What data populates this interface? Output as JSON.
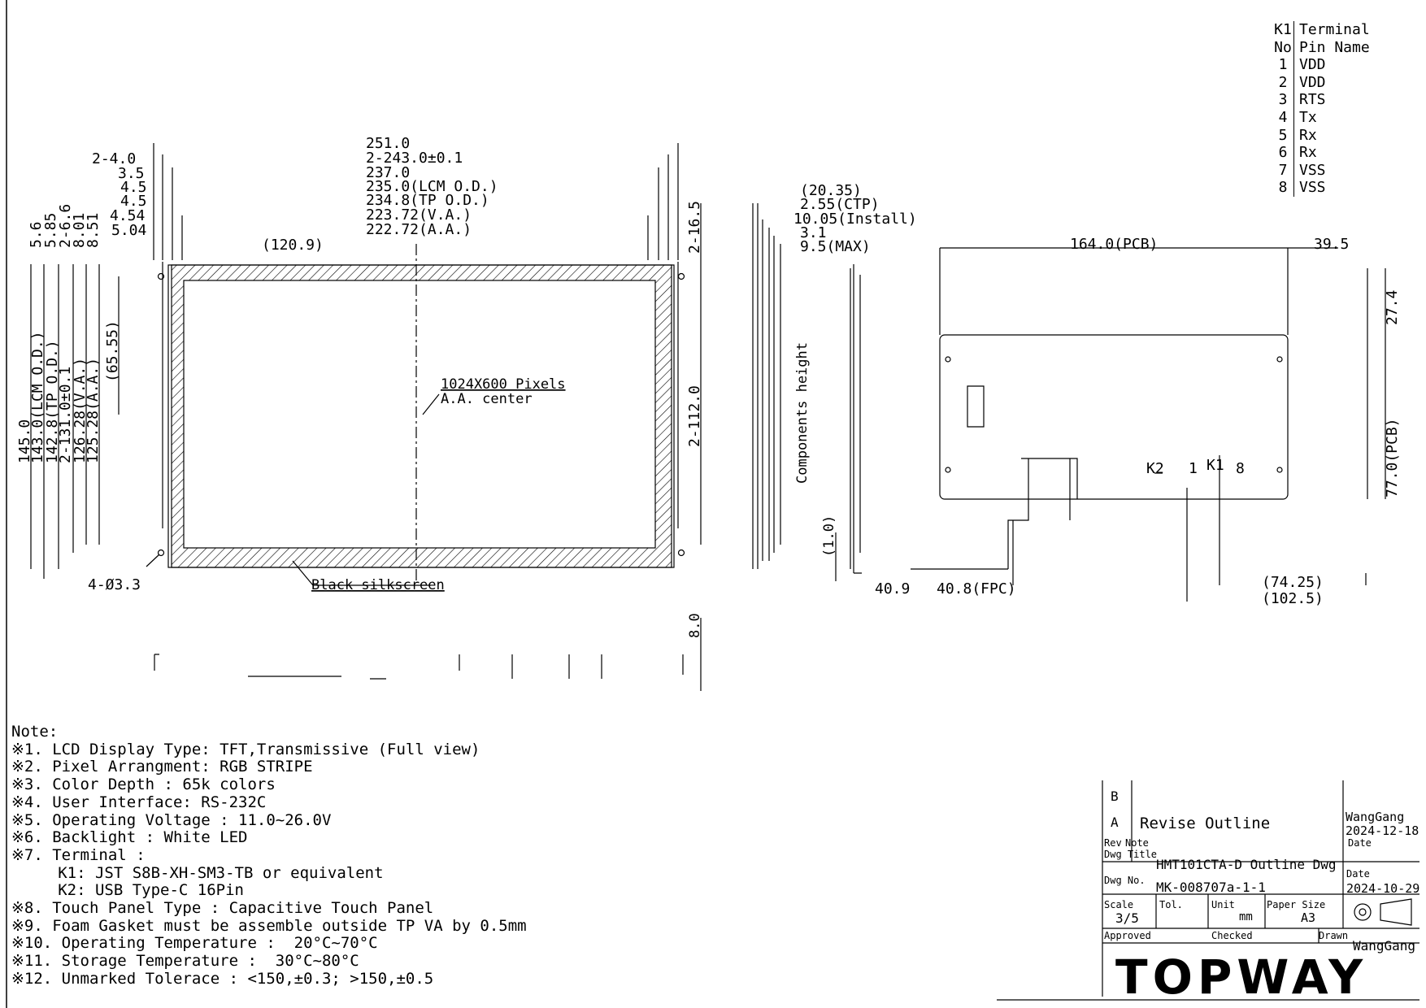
{
  "terminal_table": {
    "title": "K1 Terminal",
    "col_no": "No",
    "col_name": "Pin Name",
    "rows": [
      {
        "no": "1",
        "name": "VDD"
      },
      {
        "no": "2",
        "name": "VDD"
      },
      {
        "no": "3",
        "name": "RTS"
      },
      {
        "no": "4",
        "name": "Tx"
      },
      {
        "no": "5",
        "name": "Rx"
      },
      {
        "no": "6",
        "name": "Rx"
      },
      {
        "no": "7",
        "name": "VSS"
      },
      {
        "no": "8",
        "name": "VSS"
      }
    ]
  },
  "front_view": {
    "dims_top": [
      "251.0",
      "2-243.0±0.1",
      "237.0",
      "235.0(LCM O.D.)",
      "234.8(TP O.D.)",
      "223.72(V.A.)",
      "222.72(A.A.)"
    ],
    "dims_left_top": [
      "2-4.0",
      "3.5",
      "4.5",
      "4.5",
      "4.54",
      "5.04"
    ],
    "dim_left_marker": "2-4.0",
    "dims_left_vertical": [
      "145.0",
      "143.0(LCM O.D.)",
      "142.8(TP O.D.)",
      "2-131.0±0.1",
      "126.28(V.A.)",
      "125.28(A.A.)",
      "(65.55)"
    ],
    "dims_left_small": [
      "5.6",
      "5.85",
      "2-6.6",
      "8.01",
      "8.51"
    ],
    "center_label": "(120.9)",
    "pixels_label": "1024X600 Pixels",
    "center_note": "A.A. center",
    "right_dims": [
      "2-16.5",
      "2-112.0"
    ],
    "hole_label": "4-Ø3.3",
    "silkscreen_label": "Black silkscreen",
    "bottom_dim": "8.0"
  },
  "side_view": {
    "dims": [
      "(20.35)",
      "2.55(CTP)",
      "10.05(Install)",
      "3.1",
      "9.5(MAX)"
    ],
    "components_label": "Components height",
    "bottom_left": "(1.0)"
  },
  "rear_view": {
    "pcb_label": "164.0(PCB)",
    "right_top": "39.5",
    "right_dims": [
      "27.4",
      "77.0(PCB)"
    ],
    "k2_label": "K2",
    "k1_label": "K1",
    "pin1_label": "1",
    "pin8_label": "8",
    "dim_4090": "40.9",
    "dim_fpc": "40.8(FPC)",
    "dim_7425": "(74.25)",
    "dim_1025": "(102.5)"
  },
  "notes": {
    "heading": "Note:",
    "lines": [
      "※1. LCD Display Type: TFT,Transmissive (Full view)",
      "※2. Pixel Arrangment: RGB STRIPE",
      "※3. Color Depth : 65k colors",
      "※4. User Interface: RS-232C",
      "※5. Operating Voltage : 11.0~26.0V",
      "※6. Backlight : White LED",
      "※7. Terminal :",
      "     K1: JST S8B-XH-SM3-TB or equivalent",
      "     K2: USB Type-C 16Pin",
      "※8. Touch Panel Type : Capacitive Touch Panel",
      "※9. Foam Gasket must be assemble outside TP VA by 0.5mm",
      "※10. Operating Temperature :  20°C~70°C",
      "※11. Storage Temperature :  30°C~80°C",
      "※12. Unmarked Tolerace : <150,±0.3; >150,±0.5"
    ]
  },
  "title_block": {
    "rev_b": "B",
    "rev_a": "A",
    "revise_note": "Revise Outline",
    "drawn_by_rev": "WangGang",
    "rev_date": "2024-12-18",
    "rev_label": "Rev",
    "note_label": "Note",
    "date_label": "Date",
    "dwg_title_label": "Dwg Title",
    "dwg_title": "HMT101CTA-D Outline Dwg",
    "dwg_no_label": "Dwg No.",
    "dwg_no": "MK-008707a-1-1",
    "date2_label": "Date",
    "date2": "2024-10-29",
    "scale_label": "Scale",
    "scale": "3/5",
    "tol_label": "Tol.",
    "unit_label": "Unit",
    "unit": "mm",
    "paper_label": "Paper Size",
    "paper": "A3",
    "approved_label": "Approved",
    "checked_label": "Checked",
    "drawn_label": "Drawn",
    "drawn": "WangGang",
    "logo": "TOPWAY"
  }
}
